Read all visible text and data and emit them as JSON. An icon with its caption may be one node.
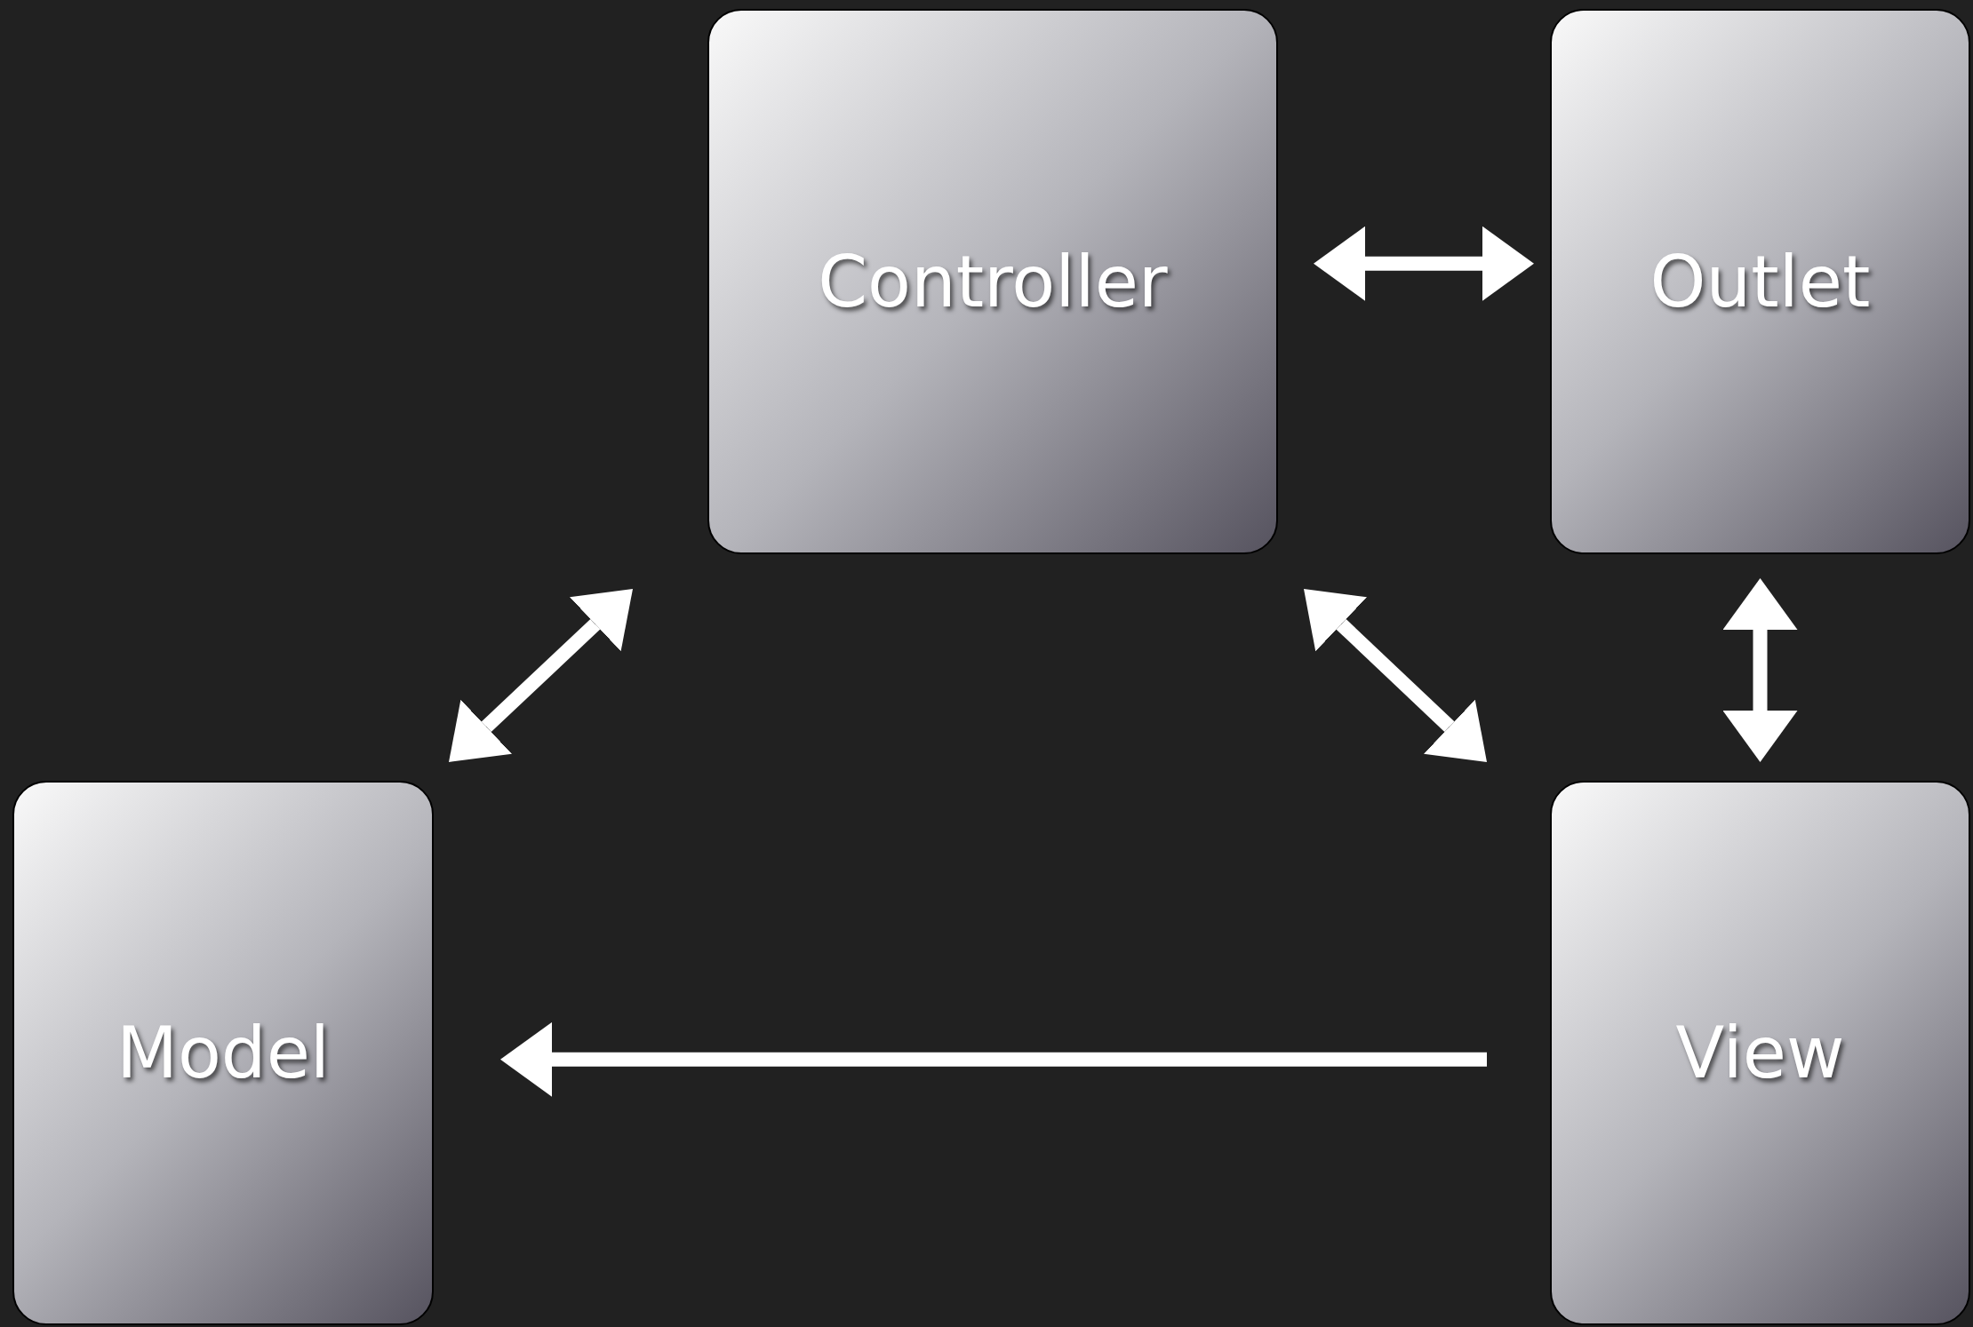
{
  "diagram": {
    "nodes": [
      {
        "text": [
          "Controller"
        ]
      },
      {
        "text": [
          "Outlet"
        ]
      },
      {
        "text": [
          "Model"
        ]
      },
      {
        "text": [
          "View"
        ]
      }
    ],
    "edges": [
      {
        "from": 0,
        "to": 1,
        "arrow": "both"
      },
      {
        "from": 1,
        "to": 3,
        "arrow": "both"
      },
      {
        "from": 0,
        "to": 2,
        "arrow": "both"
      },
      {
        "from": 0,
        "to": 3,
        "arrow": "both"
      },
      {
        "from": 3,
        "to": 2,
        "arrow": "to"
      }
    ]
  }
}
